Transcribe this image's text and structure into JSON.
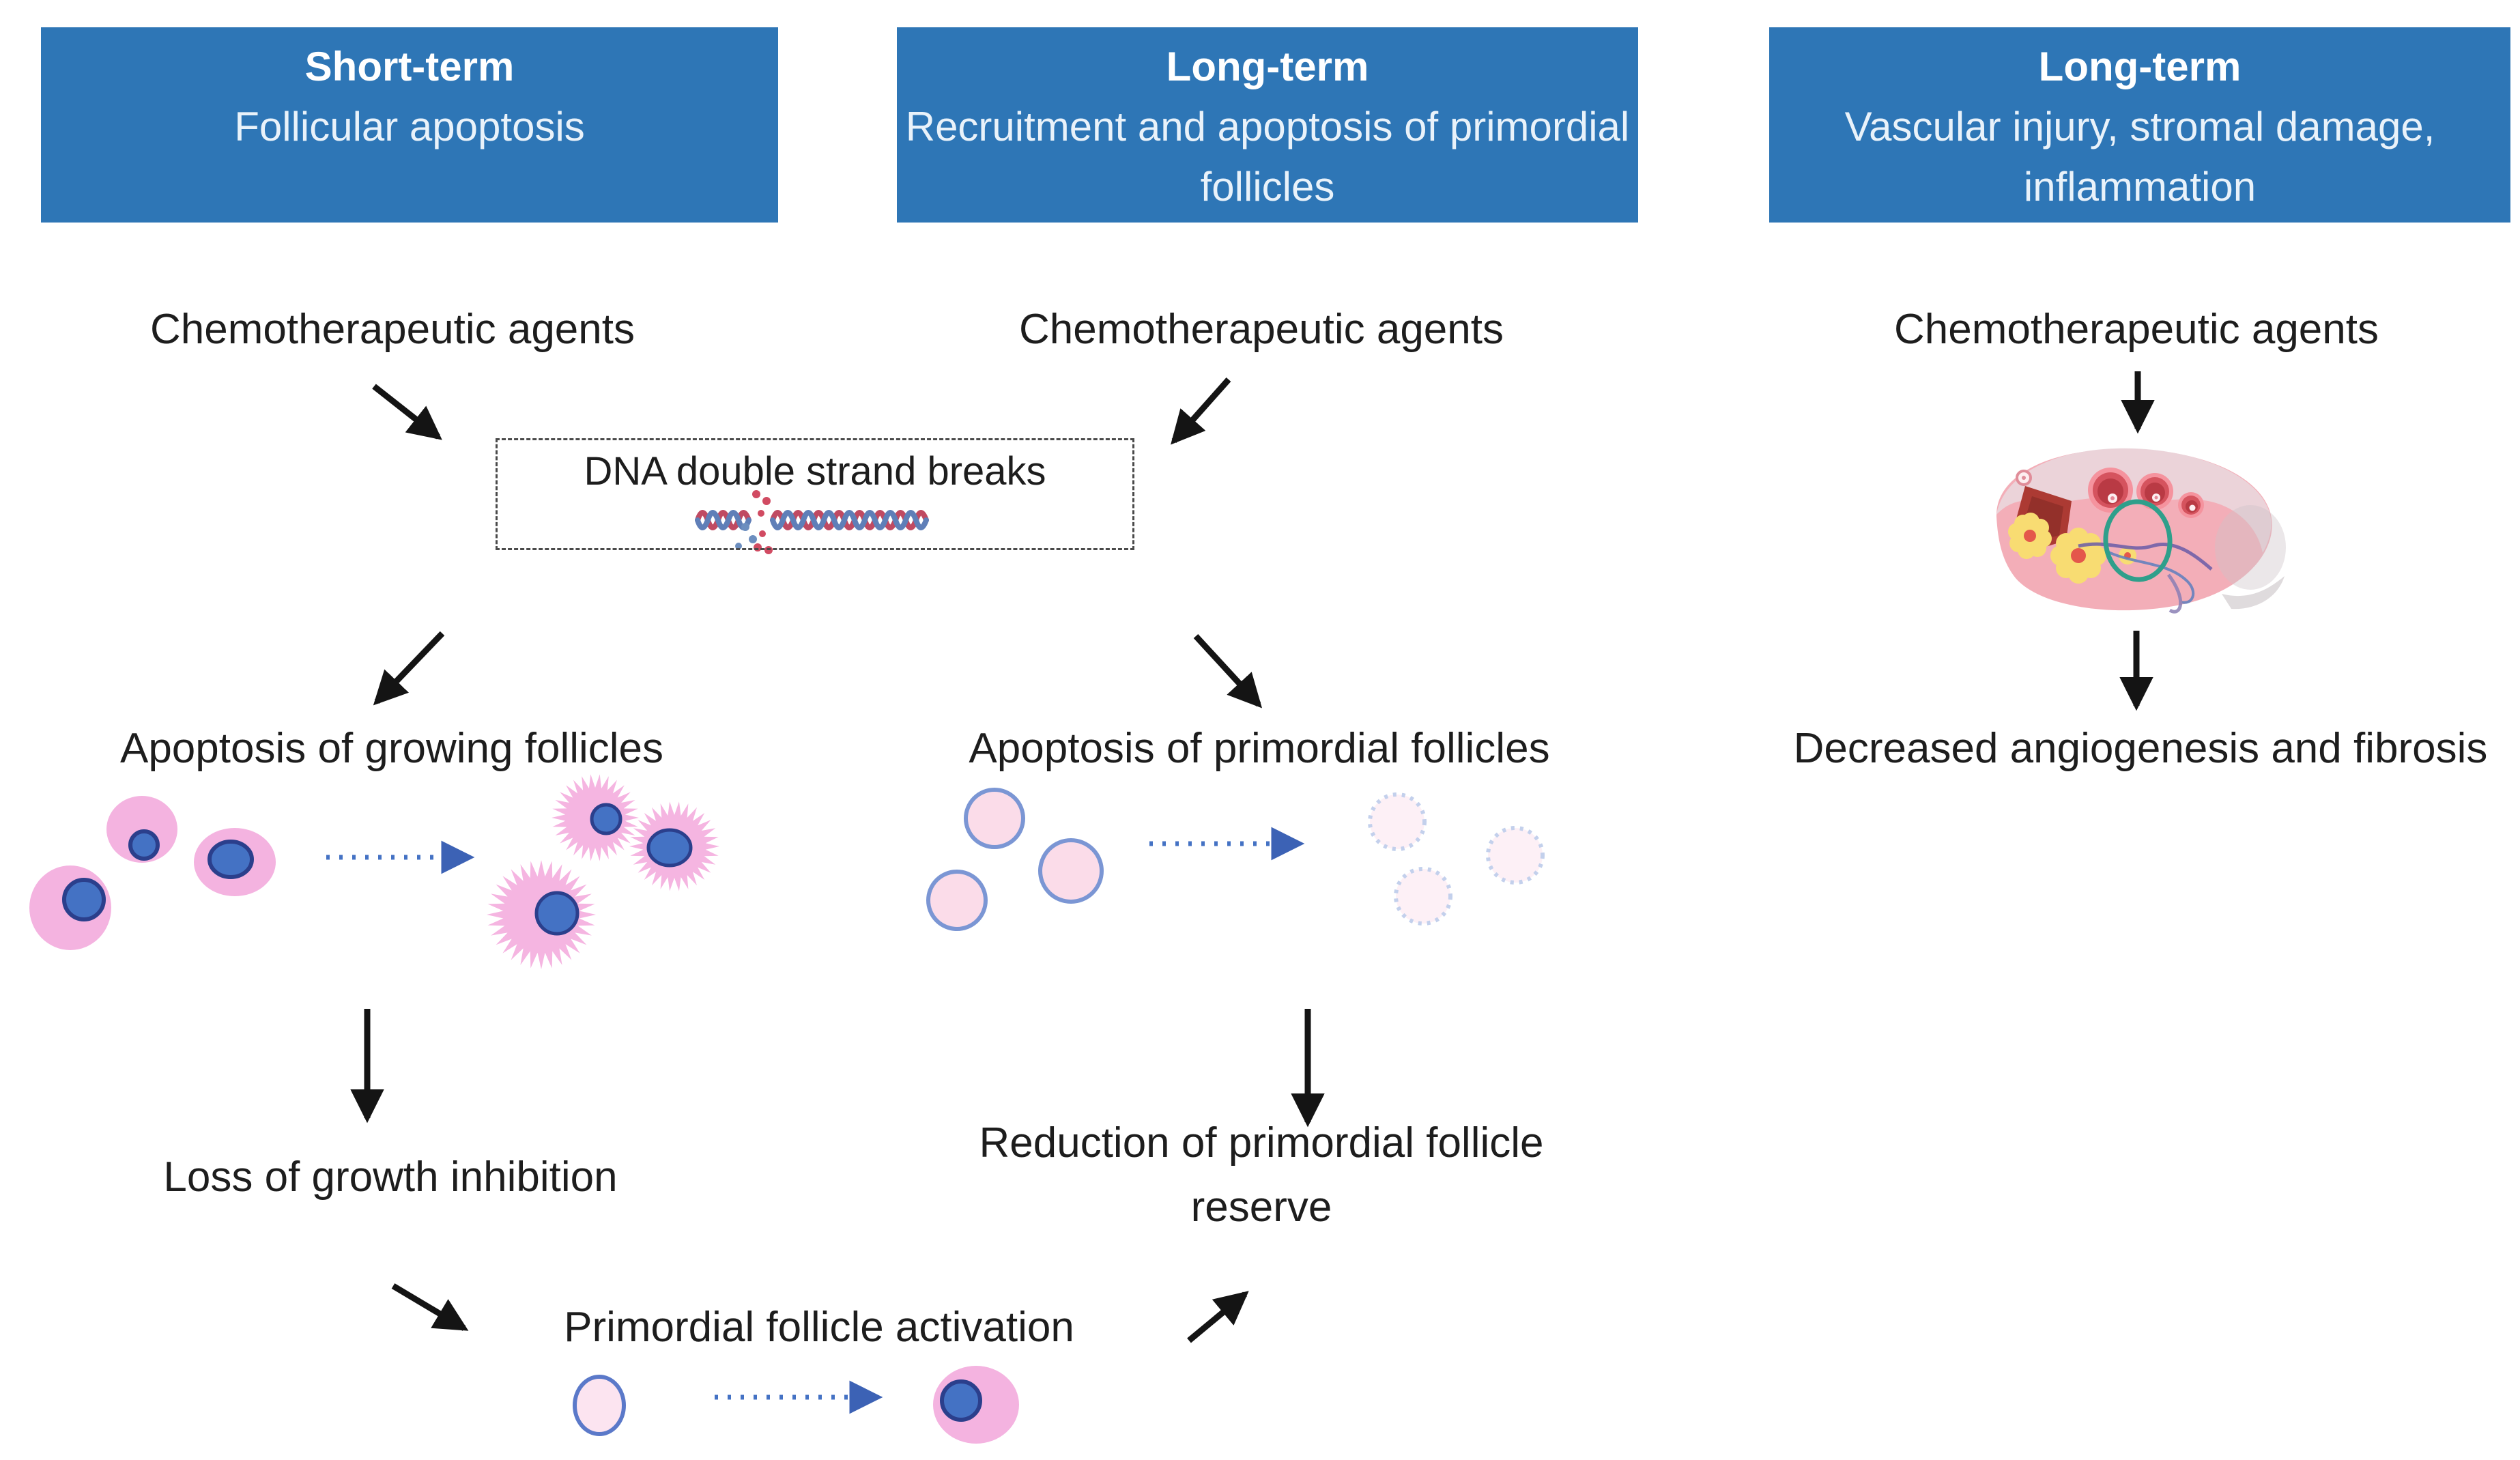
{
  "columns": [
    {
      "header_title": "Short-term",
      "header_subtitle": "Follicular apoptosis",
      "agent": "Chemotherapeutic agents"
    },
    {
      "header_title": "Long-term",
      "header_subtitle": "Recruitment and apoptosis of primordial follicles",
      "agent": "Chemotherapeutic agents"
    },
    {
      "header_title": "Long-term",
      "header_subtitle": "Vascular injury, stromal damage, inflammation",
      "agent": "Chemotherapeutic agents"
    }
  ],
  "nodes": {
    "dna": "DNA double strand breaks",
    "apoptosis_growing": "Apoptosis of growing follicles",
    "apoptosis_primordial": "Apoptosis of primordial follicles",
    "decreased_angiogenesis": "Decreased angiogenesis and fibrosis",
    "loss_growth_inhibition": "Loss of growth inhibition",
    "reduction_reserve": "Reduction of primordial follicle reserve",
    "activation": "Primordial follicle activation"
  },
  "icons": {
    "dna_break": "dna-double-helix-with-break-icon",
    "ovary": "ovary-cross-section-icon",
    "growing_follicles": "pink-cells-with-blue-nuclei-icon",
    "apoptotic_growing_follicles": "spiky-pink-cells-with-blue-nuclei-icon",
    "primordial_follicles": "small-pink-circles-blue-outline-icon",
    "faded_primordial_follicles": "faded-small-circles-icon",
    "primordial_follicle_single": "small-pink-circle-icon",
    "activated_follicle": "pink-cell-with-blue-nucleus-icon"
  },
  "colors": {
    "header_bg": "#2E76B6",
    "header_text": "#FFFFFF",
    "body_text": "#1D1D1D",
    "arrow_black": "#141414",
    "arrow_dashed_blue": "#4472C4",
    "cell_pink": "#F4B3E0",
    "nucleus_blue": "#4472C4",
    "nucleus_ring": "#2B3F8C",
    "primordial_fill": "#FBDCE9",
    "primordial_stroke": "#7B96D4",
    "faded_stroke": "#C3D0EC",
    "dna_red": "#C04A62",
    "dna_blue": "#5F7FB8",
    "ovary_pink": "#F3AEB8",
    "corpus_luteum_yellow": "#F8DC72",
    "teal_circle": "#2F9F8B"
  }
}
